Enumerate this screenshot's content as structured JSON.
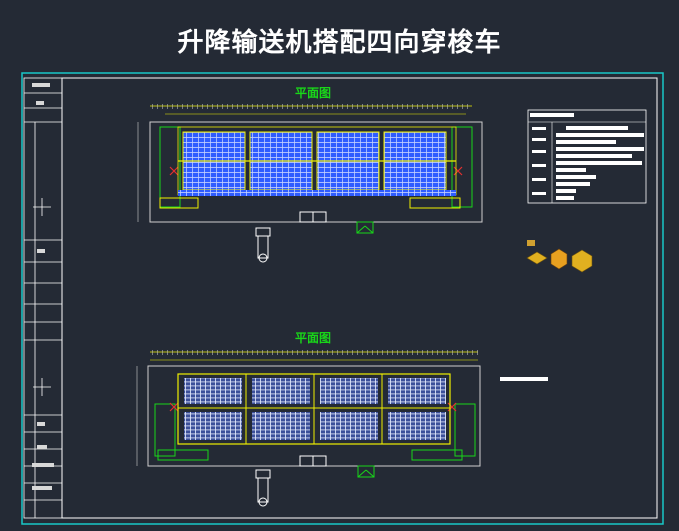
{
  "title": "升降输送机搭配四向穿梭车",
  "plans": [
    {
      "label": "平面图"
    },
    {
      "label": "平面图"
    }
  ],
  "colors": {
    "background": "#242a35",
    "frame": "#18c8c8",
    "rack": "#2f5cff",
    "beam": "#f0f000",
    "green": "#19d619",
    "red": "#e23030",
    "white": "#ffffff"
  }
}
